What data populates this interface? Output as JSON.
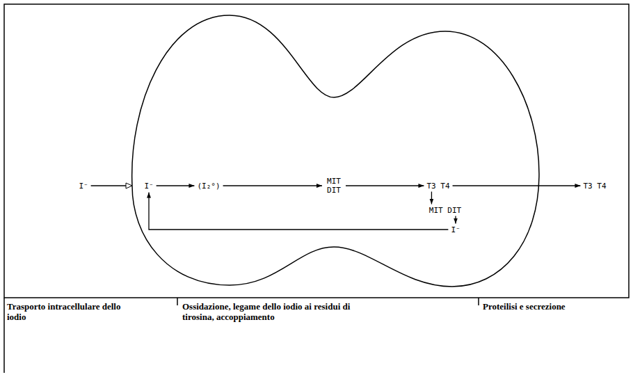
{
  "diagram": {
    "labels": [
      "I⁻",
      "I⁻",
      "(I₂°)",
      "MIT DIT",
      "T3 T4",
      "MIT DIT",
      "I⁻",
      "T3 T4",
      "Trasporto intracellulare dello iodio",
      "Ossidazione, legame dello iodio ai residui di tirosina, accoppiamento",
      "Proteilisi e secrezione"
    ]
  }
}
